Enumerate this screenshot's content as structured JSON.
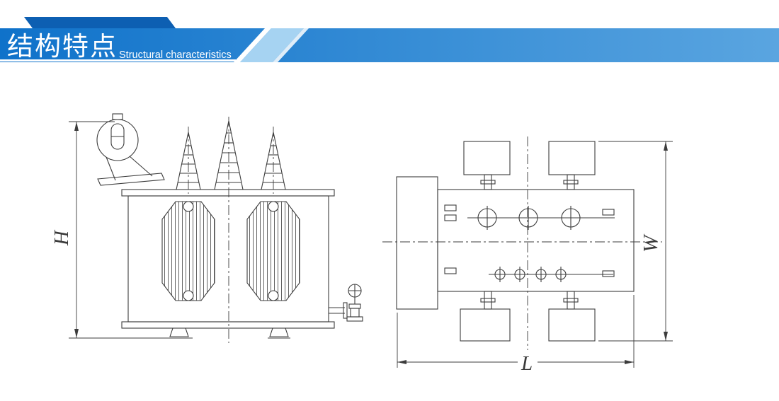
{
  "header": {
    "title_cn": "结构特点",
    "title_en": "Structural characteristics",
    "colors": {
      "band_start": "#0f72ca",
      "band_end": "#5aa5e0",
      "tab": "#0d5fb2",
      "accent_light": "#a6d3f2"
    }
  },
  "diagram": {
    "labels": {
      "height": "H",
      "width": "W",
      "length": "L"
    },
    "line_color": "#3c3c3c"
  }
}
